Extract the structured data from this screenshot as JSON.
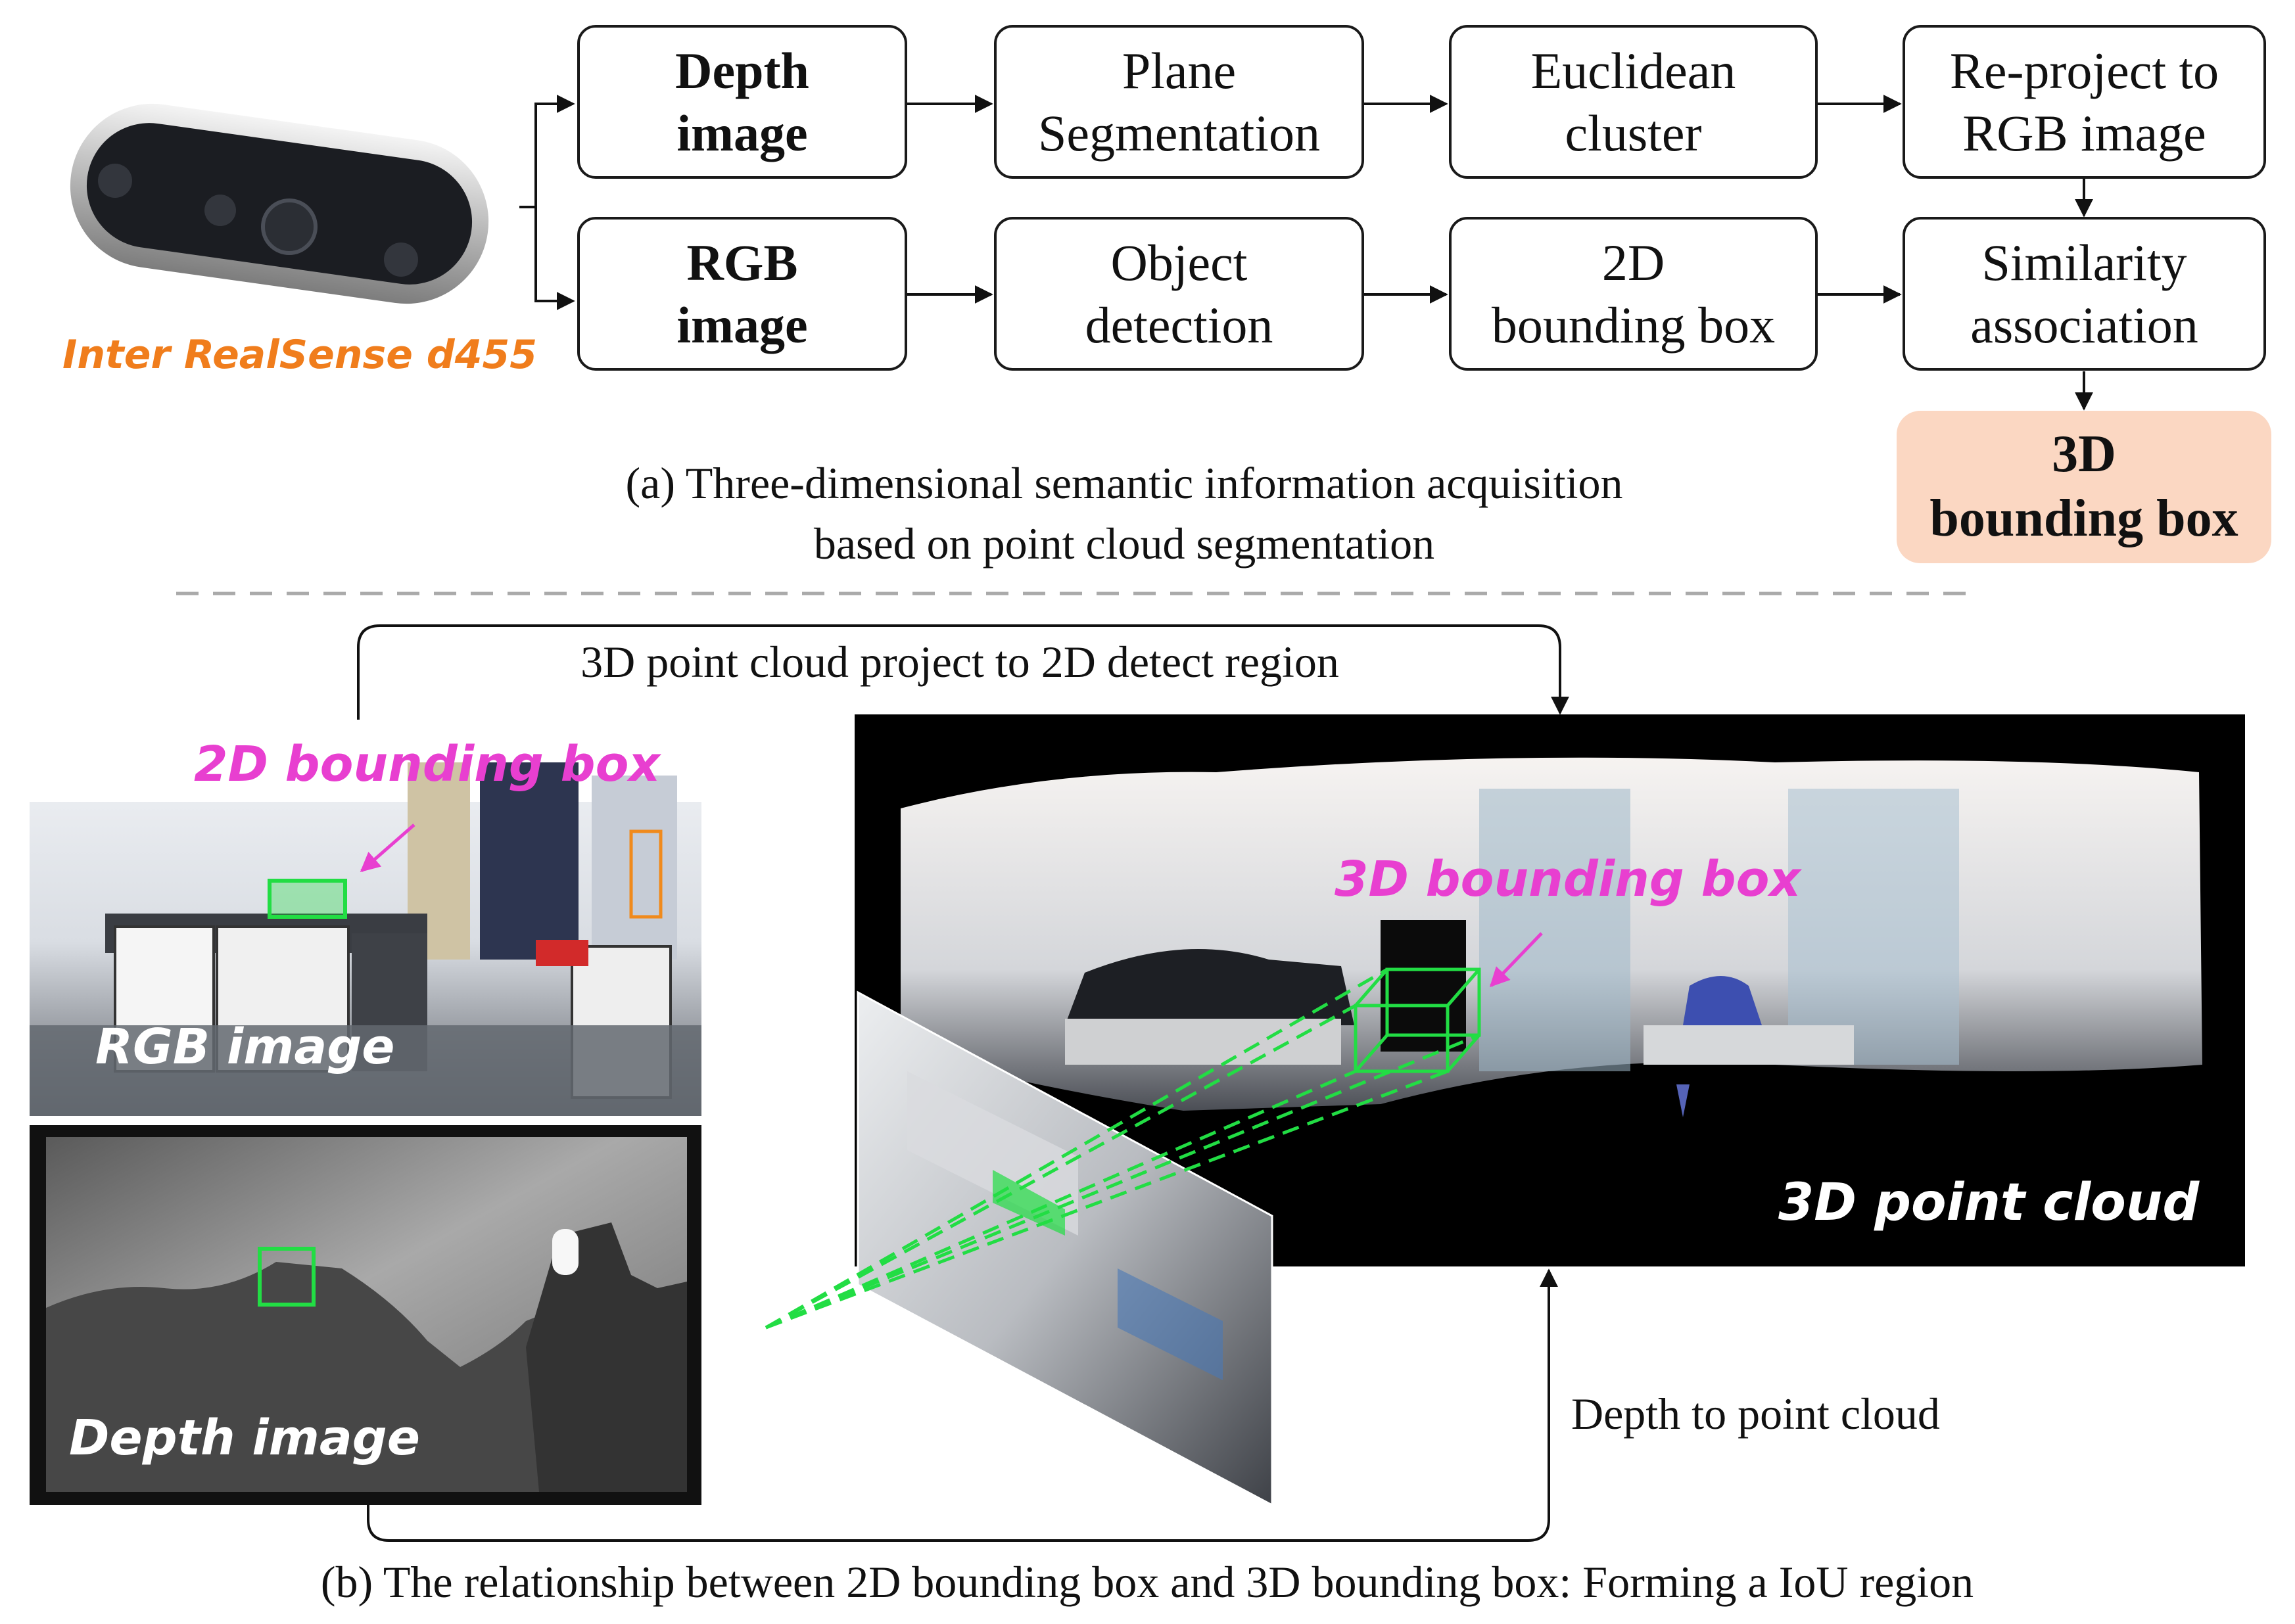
{
  "camera": {
    "label": "Inter RealSense d455",
    "label_color": "#f07d1c"
  },
  "pipeline": {
    "depth_image": "Depth\nimage",
    "plane_segmentation": "Plane\nSegmentation",
    "euclidean_cluster": "Euclidean\ncluster",
    "reproject": "Re-project to\nRGB image",
    "rgb_image": "RGB\nimage",
    "object_detection": "Object\ndetection",
    "bbox_2d": "2D\nbounding box",
    "similarity": "Similarity\nassociation",
    "bbox_3d": "3D\nbounding box"
  },
  "caption_a": "(a) Three-dimensional semantic information acquisition\nbased on point cloud segmentation",
  "caption_b": "(b) The relationship between 2D bounding box and 3D bounding box: Forming a IoU region",
  "flow_labels": {
    "project": "3D point cloud project to 2D detect region",
    "depth_to_cloud": "Depth to point cloud"
  },
  "photos": {
    "rgb_label": "RGB image",
    "depth_label": "Depth image",
    "cloud_label": "3D point cloud",
    "bbox2d_annotation": "2D bounding box",
    "bbox3d_annotation": "3D bounding box"
  },
  "colors": {
    "annotation": "#e83fd0",
    "box_green": "#22dd44",
    "result_fill": "#fbd7c2"
  }
}
